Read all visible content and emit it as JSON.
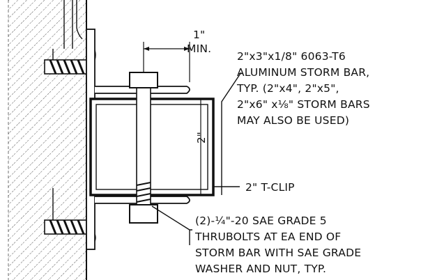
{
  "colors": {
    "ink": "#111111",
    "background": "#ffffff"
  },
  "dimension_top": {
    "value": "1\"",
    "qualifier": "MIN."
  },
  "dimension_height": {
    "value": "2\""
  },
  "callouts": {
    "storm_bar": [
      "2\"x3\"x1/8\" 6063-T6",
      "ALUMINUM STORM BAR,",
      "TYP. (2\"x4\", 2\"x5\",",
      "2\"x6\" x⅛\" STORM BARS",
      "MAY ALSO BE USED)"
    ],
    "t_clip": "2\" T-CLIP",
    "thrubolts": [
      "(2)-¼\"-20 SAE GRADE 5",
      "THRUBOLTS AT EA END OF",
      "STORM BAR WITH SAE GRADE",
      "WASHER AND NUT, TYP."
    ]
  }
}
